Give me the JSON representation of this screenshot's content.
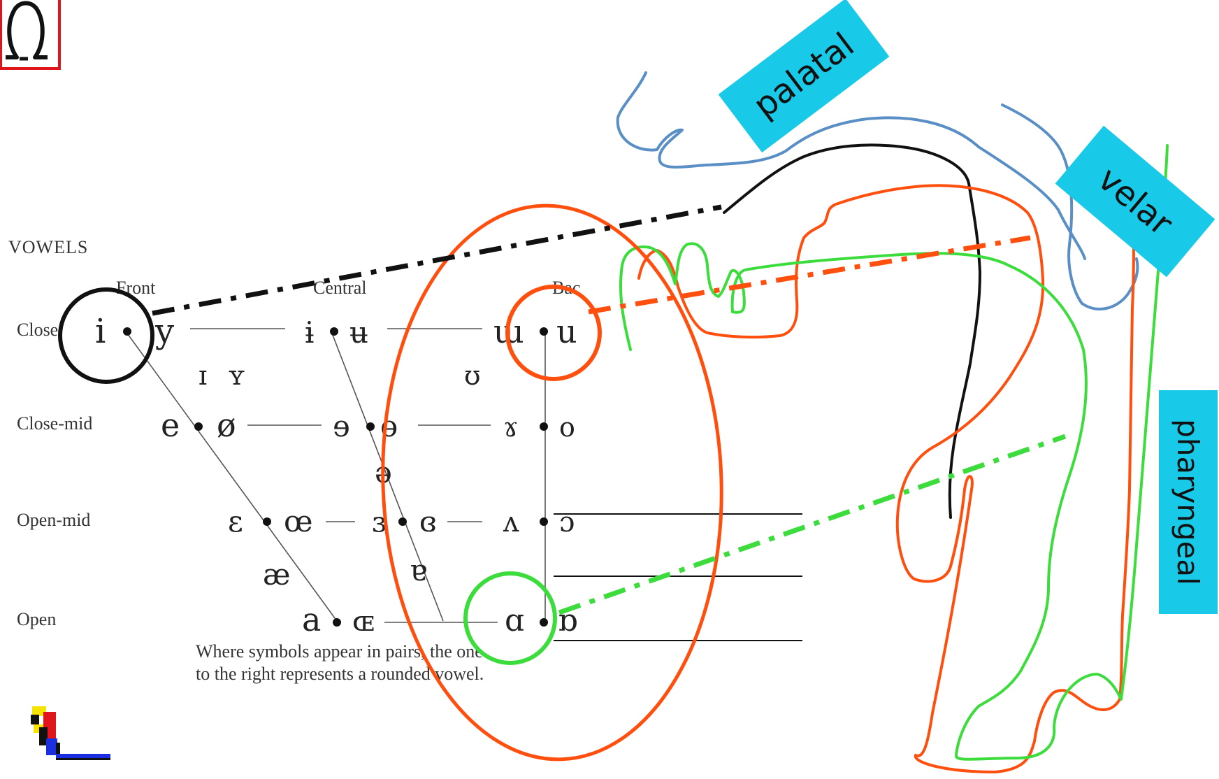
{
  "chart": {
    "heading": "VOWELS",
    "columns": {
      "front": "Front",
      "central": "Central",
      "back": "Bac"
    },
    "rows": {
      "close": "Close",
      "close_mid": "Close-mid",
      "open_mid": "Open-mid",
      "open": "Open"
    },
    "vowels": {
      "close": [
        "i",
        "y",
        "ɨ",
        "ʉ",
        "ɯ",
        "u"
      ],
      "near_close": [
        "ɪ",
        "ʏ",
        "ʊ"
      ],
      "close_mid": [
        "e",
        "ø",
        "ɘ",
        "ɵ",
        "ɤ",
        "o"
      ],
      "mid": "ə",
      "open_mid": [
        "ɛ",
        "œ",
        "ɜ",
        "ɞ",
        "ʌ",
        "ɔ"
      ],
      "near_open": [
        "æ",
        "ɐ"
      ],
      "open": [
        "a",
        "ɶ",
        "ɑ",
        "ɒ"
      ]
    },
    "note_lines": [
      "Where symbols appear in pairs, the one",
      "to the right represents a rounded vowel."
    ]
  },
  "labels": {
    "palatal": "palatal",
    "velar": "velar",
    "pharyngeal": "pharyngeal"
  },
  "colors": {
    "label_bg": "#19c9e8",
    "orange": "#ff4f0f",
    "green": "#3ddc3d",
    "blue": "#5a8fc6",
    "black": "#111111",
    "logo_red": "#e0141b"
  },
  "icons": {
    "top_logo": "omega-logo-icon",
    "bottom_logo": "pixel-logo-icon"
  }
}
